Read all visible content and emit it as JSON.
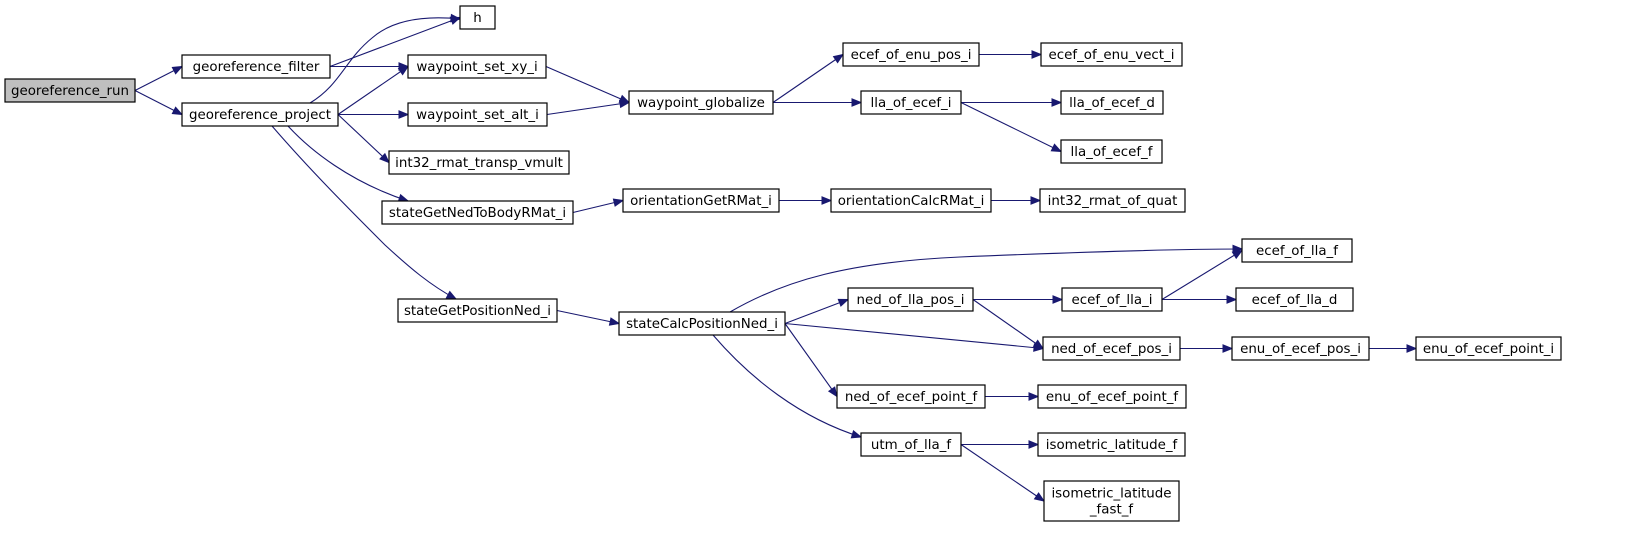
{
  "graph": {
    "root": "georeference_run",
    "nodes": [
      {
        "id": "georeference_run",
        "lines": [
          "georeference_run"
        ]
      },
      {
        "id": "georeference_filter",
        "lines": [
          "georeference_filter"
        ]
      },
      {
        "id": "georeference_project",
        "lines": [
          "georeference_project"
        ]
      },
      {
        "id": "h",
        "lines": [
          "h"
        ]
      },
      {
        "id": "waypoint_set_xy_i",
        "lines": [
          "waypoint_set_xy_i"
        ]
      },
      {
        "id": "waypoint_set_alt_i",
        "lines": [
          "waypoint_set_alt_i"
        ]
      },
      {
        "id": "int32_rmat_transp_vmult",
        "lines": [
          "int32_rmat_transp_vmult"
        ]
      },
      {
        "id": "stateGetNedToBodyRMat_i",
        "lines": [
          "stateGetNedToBodyRMat_i"
        ]
      },
      {
        "id": "stateGetPositionNed_i",
        "lines": [
          "stateGetPositionNed_i"
        ]
      },
      {
        "id": "waypoint_globalize",
        "lines": [
          "waypoint_globalize"
        ]
      },
      {
        "id": "orientationGetRMat_i",
        "lines": [
          "orientationGetRMat_i"
        ]
      },
      {
        "id": "stateCalcPositionNed_i",
        "lines": [
          "stateCalcPositionNed_i"
        ]
      },
      {
        "id": "ecef_of_enu_pos_i",
        "lines": [
          "ecef_of_enu_pos_i"
        ]
      },
      {
        "id": "lla_of_ecef_i",
        "lines": [
          "lla_of_ecef_i"
        ]
      },
      {
        "id": "orientationCalcRMat_i",
        "lines": [
          "orientationCalcRMat_i"
        ]
      },
      {
        "id": "ned_of_lla_pos_i",
        "lines": [
          "ned_of_lla_pos_i"
        ]
      },
      {
        "id": "ned_of_ecef_point_f",
        "lines": [
          "ned_of_ecef_point_f"
        ]
      },
      {
        "id": "utm_of_lla_f",
        "lines": [
          "utm_of_lla_f"
        ]
      },
      {
        "id": "ecef_of_enu_vect_i",
        "lines": [
          "ecef_of_enu_vect_i"
        ]
      },
      {
        "id": "lla_of_ecef_d",
        "lines": [
          "lla_of_ecef_d"
        ]
      },
      {
        "id": "lla_of_ecef_f",
        "lines": [
          "lla_of_ecef_f"
        ]
      },
      {
        "id": "int32_rmat_of_quat",
        "lines": [
          "int32_rmat_of_quat"
        ]
      },
      {
        "id": "ecef_of_lla_i",
        "lines": [
          "ecef_of_lla_i"
        ]
      },
      {
        "id": "ned_of_ecef_pos_i",
        "lines": [
          "ned_of_ecef_pos_i"
        ]
      },
      {
        "id": "enu_of_ecef_point_f",
        "lines": [
          "enu_of_ecef_point_f"
        ]
      },
      {
        "id": "isometric_latitude_f",
        "lines": [
          "isometric_latitude_f"
        ]
      },
      {
        "id": "isometric_latitude_fast_f",
        "lines": [
          "isometric_latitude",
          "_fast_f"
        ]
      },
      {
        "id": "ecef_of_lla_f",
        "lines": [
          "ecef_of_lla_f"
        ]
      },
      {
        "id": "ecef_of_lla_d",
        "lines": [
          "ecef_of_lla_d"
        ]
      },
      {
        "id": "enu_of_ecef_pos_i",
        "lines": [
          "enu_of_ecef_pos_i"
        ]
      },
      {
        "id": "enu_of_ecef_point_i",
        "lines": [
          "enu_of_ecef_point_i"
        ]
      }
    ],
    "edges": [
      {
        "from": "georeference_run",
        "to": "georeference_filter"
      },
      {
        "from": "georeference_run",
        "to": "georeference_project"
      },
      {
        "from": "georeference_filter",
        "to": "h"
      },
      {
        "from": "georeference_filter",
        "to": "waypoint_set_xy_i"
      },
      {
        "from": "georeference_project",
        "to": "h"
      },
      {
        "from": "georeference_project",
        "to": "waypoint_set_xy_i"
      },
      {
        "from": "georeference_project",
        "to": "waypoint_set_alt_i"
      },
      {
        "from": "georeference_project",
        "to": "int32_rmat_transp_vmult"
      },
      {
        "from": "georeference_project",
        "to": "stateGetNedToBodyRMat_i"
      },
      {
        "from": "georeference_project",
        "to": "stateGetPositionNed_i"
      },
      {
        "from": "waypoint_set_xy_i",
        "to": "waypoint_globalize"
      },
      {
        "from": "waypoint_set_alt_i",
        "to": "waypoint_globalize"
      },
      {
        "from": "waypoint_globalize",
        "to": "ecef_of_enu_pos_i"
      },
      {
        "from": "waypoint_globalize",
        "to": "lla_of_ecef_i"
      },
      {
        "from": "ecef_of_enu_pos_i",
        "to": "ecef_of_enu_vect_i"
      },
      {
        "from": "lla_of_ecef_i",
        "to": "lla_of_ecef_d"
      },
      {
        "from": "lla_of_ecef_i",
        "to": "lla_of_ecef_f"
      },
      {
        "from": "stateGetNedToBodyRMat_i",
        "to": "orientationGetRMat_i"
      },
      {
        "from": "orientationGetRMat_i",
        "to": "orientationCalcRMat_i"
      },
      {
        "from": "orientationCalcRMat_i",
        "to": "int32_rmat_of_quat"
      },
      {
        "from": "stateGetPositionNed_i",
        "to": "stateCalcPositionNed_i"
      },
      {
        "from": "stateCalcPositionNed_i",
        "to": "ecef_of_lla_f"
      },
      {
        "from": "stateCalcPositionNed_i",
        "to": "ned_of_lla_pos_i"
      },
      {
        "from": "stateCalcPositionNed_i",
        "to": "ned_of_ecef_pos_i"
      },
      {
        "from": "stateCalcPositionNed_i",
        "to": "ned_of_ecef_point_f"
      },
      {
        "from": "stateCalcPositionNed_i",
        "to": "utm_of_lla_f"
      },
      {
        "from": "ned_of_lla_pos_i",
        "to": "ecef_of_lla_i"
      },
      {
        "from": "ned_of_lla_pos_i",
        "to": "ned_of_ecef_pos_i"
      },
      {
        "from": "ecef_of_lla_i",
        "to": "ecef_of_lla_f"
      },
      {
        "from": "ecef_of_lla_i",
        "to": "ecef_of_lla_d"
      },
      {
        "from": "ned_of_ecef_pos_i",
        "to": "enu_of_ecef_pos_i"
      },
      {
        "from": "enu_of_ecef_pos_i",
        "to": "enu_of_ecef_point_i"
      },
      {
        "from": "ned_of_ecef_point_f",
        "to": "enu_of_ecef_point_f"
      },
      {
        "from": "utm_of_lla_f",
        "to": "isometric_latitude_f"
      },
      {
        "from": "utm_of_lla_f",
        "to": "isometric_latitude_fast_f"
      }
    ],
    "colors": {
      "edge": "#191970",
      "node_border": "#000000",
      "node_fill": "#ffffff",
      "root_fill": "#bfbfbf"
    }
  }
}
